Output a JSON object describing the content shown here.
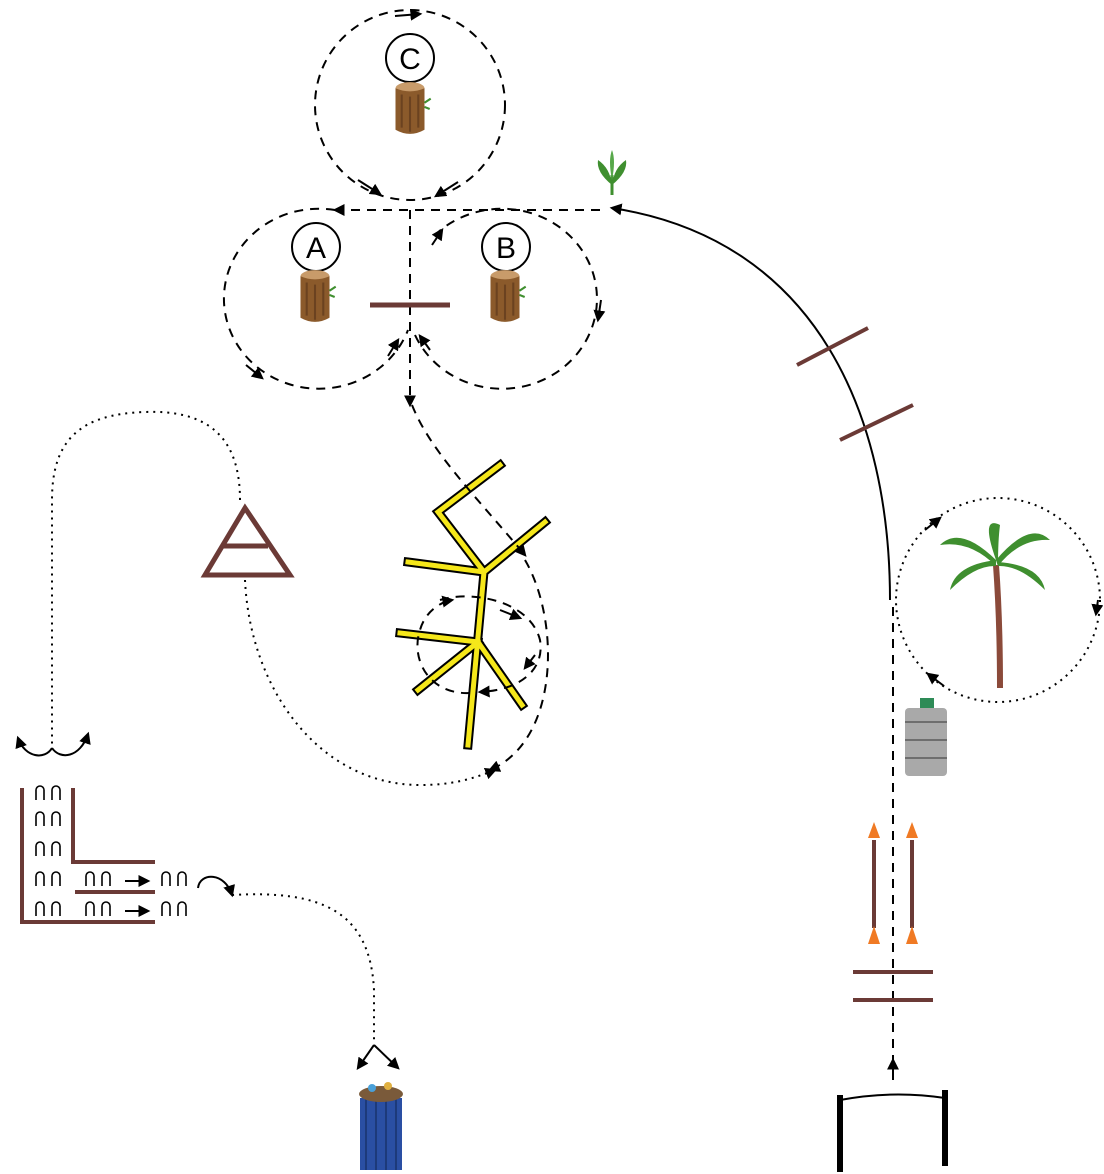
{
  "nodes": [
    {
      "key": "C",
      "label": "C",
      "icon": "tree-stump-icon"
    },
    {
      "key": "A",
      "label": "A",
      "icon": "tree-stump-icon"
    },
    {
      "key": "B",
      "label": "B",
      "icon": "tree-stump-icon"
    }
  ],
  "icons": {
    "sprout": "sprout-icon",
    "palm": "palm-tree-icon",
    "barrel": "barrel-icon",
    "bin": "recycling-bin-icon",
    "warning": "warning-triangle-icon",
    "stack": "stacking-rack-icon",
    "road": "road-gate-icon",
    "cones": "traffic-cone-icon",
    "branch": "yellow-branch-network"
  },
  "colors": {
    "stroke": "#000000",
    "brown": "#6b3a36",
    "yellow": "#f5e71a",
    "cone": "#f07a24",
    "trunk": "#8b5a2b",
    "leaf": "#3f8f2f",
    "barrel": "#a9a9a9",
    "bin": "#2a4fa3"
  }
}
